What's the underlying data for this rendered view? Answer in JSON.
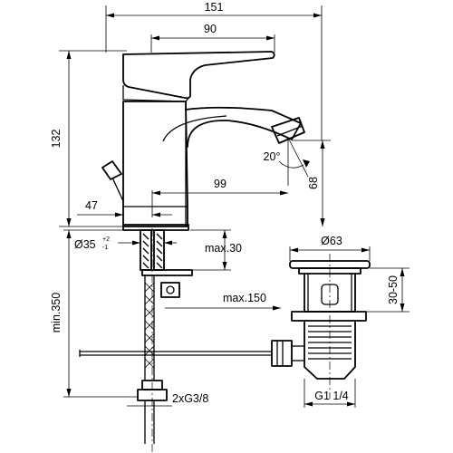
{
  "dimensions": {
    "overall_width": "151",
    "lever_length": "90",
    "height": "132",
    "spout_reach": "99",
    "spout_height": "68",
    "body_offset": "47",
    "spout_angle": "20°",
    "hole_diameter": "Ø35",
    "hole_tol_upper": "+2",
    "hole_tol_lower": "-1",
    "max_deck": "max.30",
    "max_rod": "max.150",
    "min_hoses": "min.350",
    "hose_thread": "2xG3/8",
    "waste_diameter": "Ø63",
    "waste_range": "30-50",
    "waste_thread": "G1 1/4"
  }
}
